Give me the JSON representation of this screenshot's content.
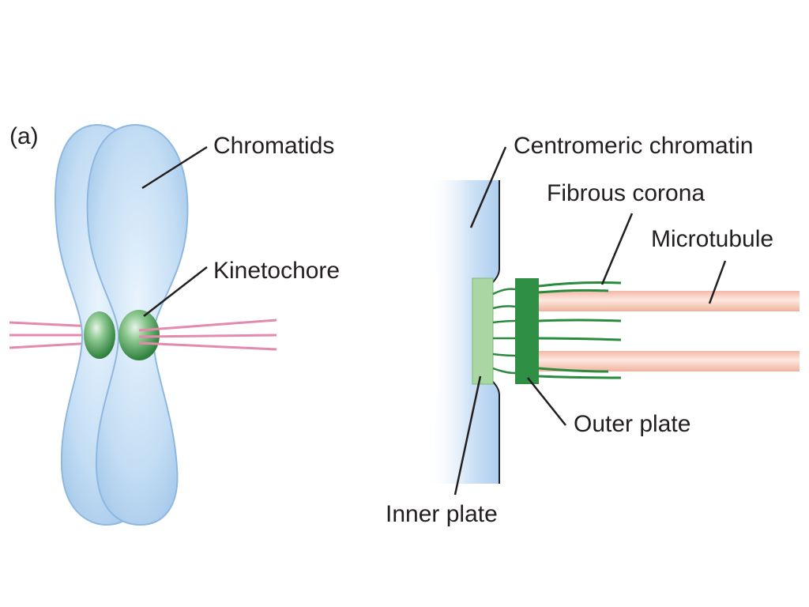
{
  "panel_label": "(a)",
  "labels": {
    "chromatids": "Chromatids",
    "kinetochore": "Kinetochore",
    "centromeric_chromatin": "Centromeric chromatin",
    "fibrous_corona": "Fibrous corona",
    "microtubule": "Microtubule",
    "outer_plate": "Outer plate",
    "inner_plate": "Inner plate"
  },
  "colors": {
    "chromatid_fill": "#bcd9f3",
    "chromatid_stroke": "#8fb8e0",
    "kinetochore_green": "#3a9a52",
    "microtubule_pink": "#e48aae",
    "inner_plate": "#a9d6a2",
    "outer_plate": "#2f8f44",
    "corona_fibers": "#2a8a3e",
    "microtubule_tube": "#f6c9b6",
    "leader_line": "#231f20"
  }
}
